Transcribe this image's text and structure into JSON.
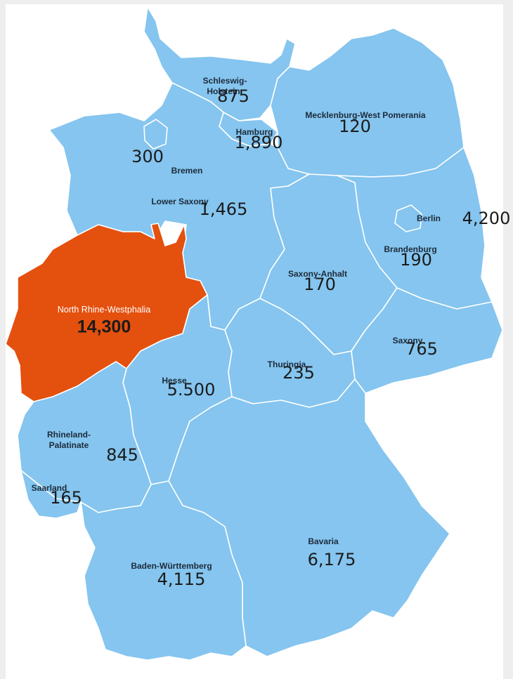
{
  "regions": [
    {
      "id": "schleswig-holstein",
      "label": "Schleswig-\nHolstein",
      "value": "875"
    },
    {
      "id": "hamburg",
      "label": "Hamburg",
      "value": "1,890"
    },
    {
      "id": "mecklenburg",
      "label": "Mecklenburg-West Pomerania",
      "value": "120"
    },
    {
      "id": "bremen",
      "label": "Bremen",
      "value": "300"
    },
    {
      "id": "lower-saxony",
      "label": "Lower Saxony",
      "value": "1,465"
    },
    {
      "id": "berlin",
      "label": "Berlin",
      "value": "4,200"
    },
    {
      "id": "brandenburg",
      "label": "Brandenburg",
      "value": "190"
    },
    {
      "id": "saxony-anhalt",
      "label": "Saxony-Anhalt",
      "value": "170"
    },
    {
      "id": "nrw",
      "label": "North Rhine-Westphalia",
      "value": "14,300",
      "highlighted": true
    },
    {
      "id": "saxony",
      "label": "Saxony",
      "value": "765"
    },
    {
      "id": "thuringia",
      "label": "Thuringia",
      "value": "235"
    },
    {
      "id": "hesse",
      "label": "Hesse",
      "value": "5.500"
    },
    {
      "id": "rhineland-palatinate",
      "label": "Rhineland-\nPalatinate",
      "value": "845"
    },
    {
      "id": "saarland",
      "label": "Saarland",
      "value": "165"
    },
    {
      "id": "bavaria",
      "label": "Bavaria",
      "value": "6,175"
    },
    {
      "id": "baden-wurttemberg",
      "label": "Baden-Württemberg",
      "value": "4,115"
    }
  ],
  "colors": {
    "base": "#85c5ef",
    "highlight": "#e4500e",
    "border": "#ffffff",
    "background": "#eeeeee"
  }
}
